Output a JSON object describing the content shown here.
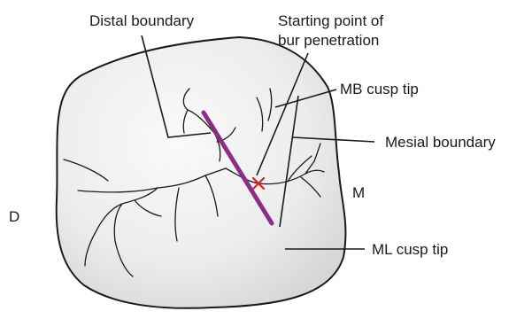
{
  "labels": {
    "distal_boundary": "Distal boundary",
    "starting_point_line1": "Starting point of",
    "starting_point_line2": "bur penetration",
    "mb_cusp_tip": "MB cusp tip",
    "mesial_boundary": "Mesial boundary",
    "mesial_side": "M",
    "distal_side": "D",
    "ml_cusp_tip": "ML cusp tip"
  },
  "colors": {
    "outline_path_color": "#8b2e86",
    "penetration_mark": "#e0201b",
    "tooth_fill_light": "#f6f6f6",
    "tooth_fill_shade": "#d7d7d7",
    "ink": "#1a1a1a"
  }
}
